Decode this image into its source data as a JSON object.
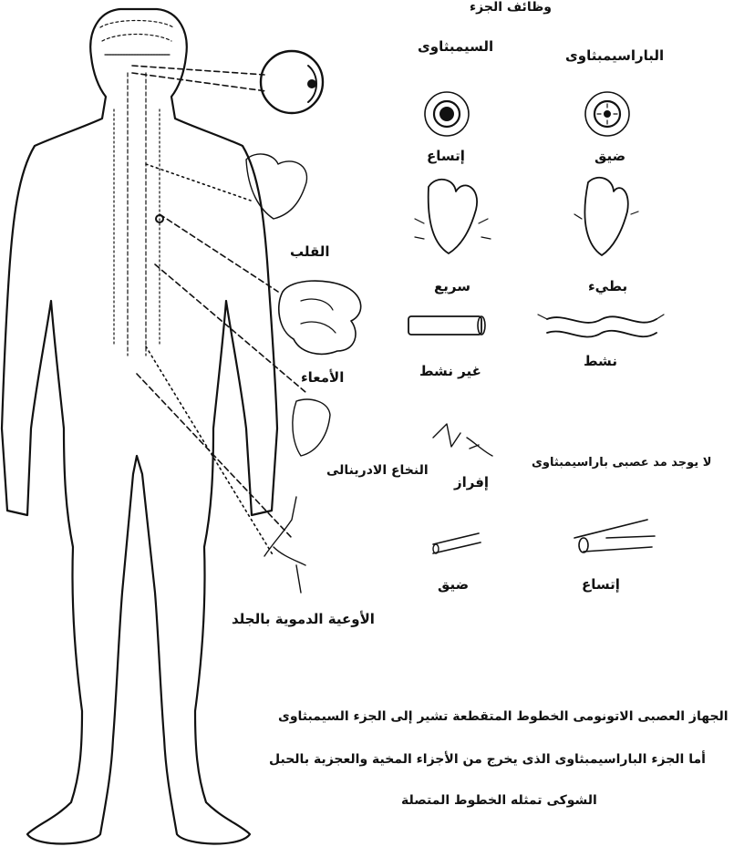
{
  "header": {
    "title": "وظائف الجزء"
  },
  "columns": {
    "sympathetic": "السيمبثاوى",
    "parasympathetic": "الباراسيمبثاوى"
  },
  "rows": {
    "eye": {
      "sympathetic": "إتساع",
      "parasympathetic": "ضيق"
    },
    "heart": {
      "organ": "القلب",
      "sympathetic": "سريع",
      "parasympathetic": "بطيء"
    },
    "intestine": {
      "organ": "الأمعاء",
      "sympathetic": "غير نشط",
      "parasympathetic": "نشط"
    },
    "adrenal": {
      "organ": "النخاع الادرينالى",
      "sympathetic": "إفراز",
      "parasympathetic": "لا يوجد مد عصبى باراسيمبثاوى"
    },
    "vessels": {
      "organ": "الأوعية الدموية بالجلد",
      "sympathetic": "ضيق",
      "parasympathetic": "إتساع"
    }
  },
  "caption": {
    "line1": "الجهاز العصبى الاتونومى   الخطوط المتقطعة تشير إلى الجزء السيمبثاوى",
    "line2": "أما الجزء الباراسيمبثاوى الذى يخرج من الأجزاء المخية   والعجزية بالحبل",
    "line3": "الشوكى تمثله الخطوط المتصلة"
  },
  "style": {
    "ink": "#111111",
    "paper": "#ffffff"
  }
}
